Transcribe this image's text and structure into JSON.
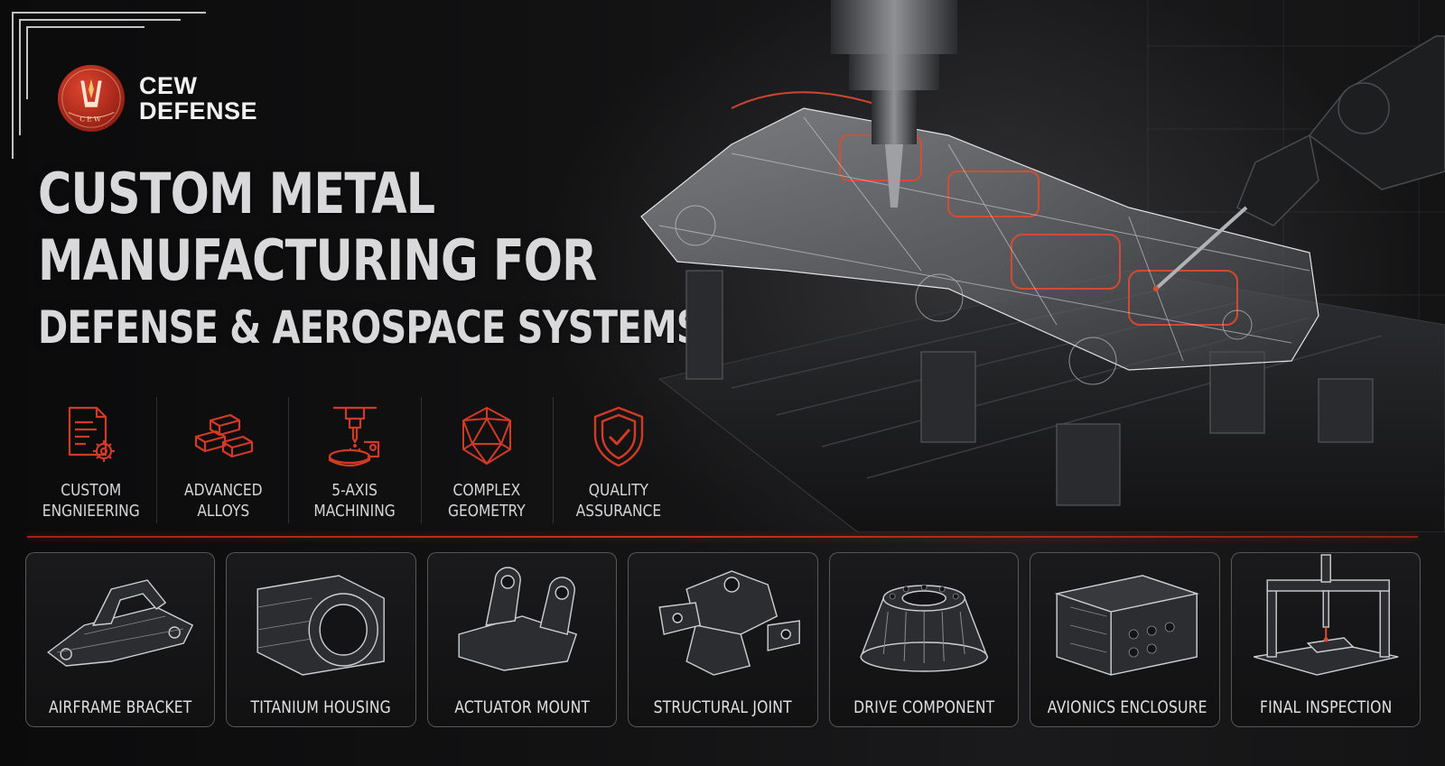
{
  "brand": {
    "logo_lettering": "CEW",
    "name_line1": "CEW",
    "name_line2": "DEFENSE",
    "accent_color": "#d13a24",
    "logo_color": "#b8261a"
  },
  "headline": {
    "line1": "CUSTOM METAL",
    "line2": "MANUFACTURING FOR",
    "line3": "DEFENSE & AEROSPACE SYSTEMS"
  },
  "features": [
    {
      "icon": "engineering-document-gear-icon",
      "label": "CUSTOM\nENGNIEERING"
    },
    {
      "icon": "alloy-ingots-icon",
      "label": "ADVANCED\nALLOYS"
    },
    {
      "icon": "milling-spindle-icon",
      "label": "5-AXIS\nMACHINING"
    },
    {
      "icon": "polyhedron-icon",
      "label": "COMPLEX\nGEOMETRY"
    },
    {
      "icon": "shield-check-icon",
      "label": "QUALITY\nASSURANCE"
    }
  ],
  "hero": {
    "icon": "machined-frame-cnc-illustration"
  },
  "products": [
    {
      "icon": "airframe-bracket-icon",
      "label": "AIRFRAME BRACKET"
    },
    {
      "icon": "titanium-housing-icon",
      "label": "TITANIUM HOUSING"
    },
    {
      "icon": "actuator-mount-icon",
      "label": "ACTUATOR MOUNT"
    },
    {
      "icon": "structural-joint-icon",
      "label": "STRUCTURAL JOINT"
    },
    {
      "icon": "drive-component-icon",
      "label": "DRIVE COMPONENT"
    },
    {
      "icon": "avionics-enclosure-icon",
      "label": "AVIONICS ENCLOSURE"
    },
    {
      "icon": "inspection-machine-icon",
      "label": "FINAL INSPECTION"
    }
  ]
}
